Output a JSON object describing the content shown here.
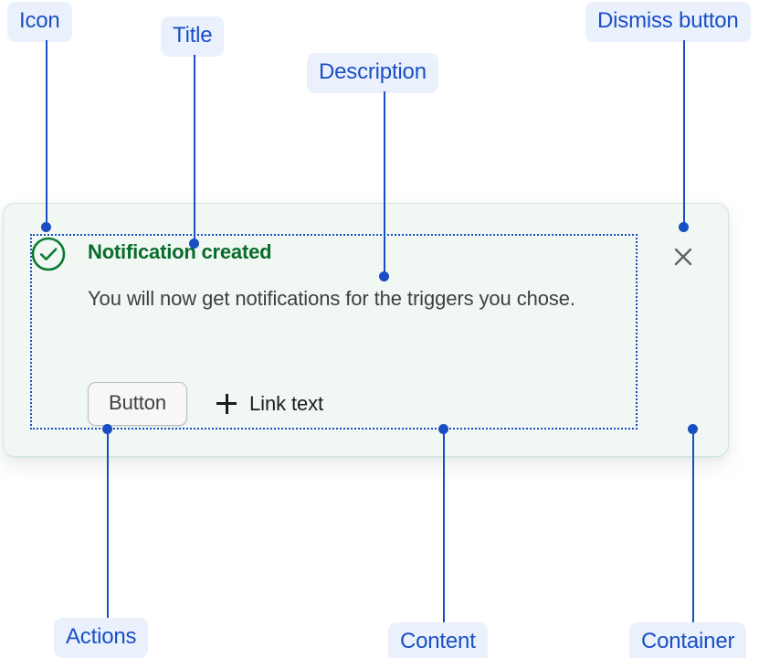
{
  "annotations": [
    {
      "id": "icon",
      "label": "Icon"
    },
    {
      "id": "title",
      "label": "Title"
    },
    {
      "id": "desc",
      "label": "Description"
    },
    {
      "id": "dismiss",
      "label": "Dismiss button"
    },
    {
      "id": "actions",
      "label": "Actions"
    },
    {
      "id": "content",
      "label": "Content"
    },
    {
      "id": "container",
      "label": "Container"
    }
  ],
  "notification": {
    "status_icon": "check-circle-icon",
    "title": "Notification created",
    "description": "You will now get notifications for the triggers you chose.",
    "actions": {
      "button_label": "Button",
      "link_icon": "plus-icon",
      "link_label": "Link text"
    },
    "dismiss_icon": "close-icon"
  },
  "colors": {
    "annotation_text": "#1a4fc4",
    "annotation_pill_bg": "#eaf1fd",
    "leader_line": "#1a4fc4",
    "card_bg": "#f1f8f3",
    "card_border": "#cfe7d8",
    "success_green": "#096b2c",
    "description_text": "#3c4043",
    "dismiss_icon": "#5f6368",
    "button_bg": "#f7f7f7",
    "button_border": "#b9bcc0"
  }
}
